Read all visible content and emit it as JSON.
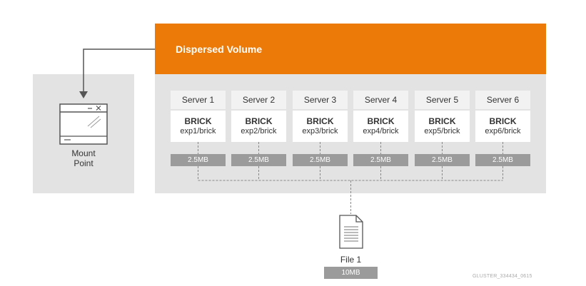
{
  "volume": {
    "title": "Dispersed Volume",
    "header_color": "#ec7a08",
    "panel_color": "#e3e3e3"
  },
  "servers": [
    {
      "name": "Server 1",
      "brick_title": "BRICK",
      "brick_path": "exp1/brick",
      "chunk": "2.5MB"
    },
    {
      "name": "Server 2",
      "brick_title": "BRICK",
      "brick_path": "exp2/brick",
      "chunk": "2.5MB"
    },
    {
      "name": "Server 3",
      "brick_title": "BRICK",
      "brick_path": "exp3/brick",
      "chunk": "2.5MB"
    },
    {
      "name": "Server 4",
      "brick_title": "BRICK",
      "brick_path": "exp4/brick",
      "chunk": "2.5MB"
    },
    {
      "name": "Server 5",
      "brick_title": "BRICK",
      "brick_path": "exp5/brick",
      "chunk": "2.5MB"
    },
    {
      "name": "Server 6",
      "brick_title": "BRICK",
      "brick_path": "exp6/brick",
      "chunk": "2.5MB"
    }
  ],
  "mount_point": {
    "label": "Mount\nPoint",
    "icon": "window-icon"
  },
  "file": {
    "label": "File 1",
    "size": "10MB",
    "icon": "document-icon"
  },
  "figure_id": "GLUSTER_334434_0615"
}
